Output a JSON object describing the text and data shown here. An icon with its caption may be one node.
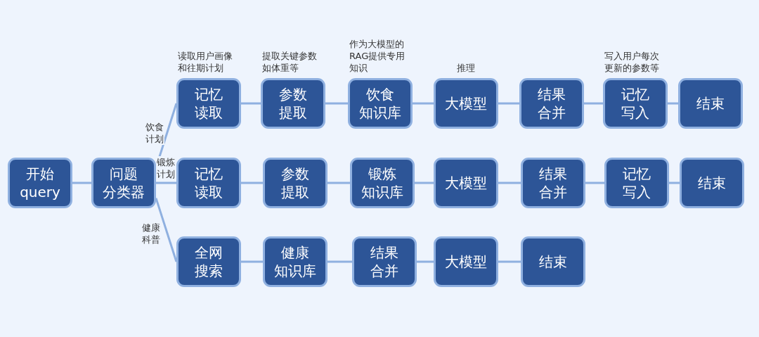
{
  "diagram": {
    "nodes": [
      {
        "text": [
          "开始 query"
        ]
      },
      {
        "text": [
          "问题分类器"
        ]
      },
      {
        "text": [
          "记忆读取"
        ],
        "beside": [
          "读取用户画像和往期计划"
        ]
      },
      {
        "text": [
          "参数提取"
        ],
        "beside": [
          "提取关键参数如体重等"
        ]
      },
      {
        "text": [
          "饮食知识库"
        ],
        "beside": [
          "作为大模型的RAG提供专用知识"
        ]
      },
      {
        "text": [
          "大模型"
        ],
        "beside": [
          "推理"
        ]
      },
      {
        "text": [
          "结果合并"
        ]
      },
      {
        "text": [
          "记忆写入"
        ],
        "beside": [
          "写入用户每次更新的参数等"
        ]
      },
      {
        "text": [
          "结束"
        ]
      },
      {
        "text": [
          "记忆读取"
        ]
      },
      {
        "text": [
          "参数提取"
        ]
      },
      {
        "text": [
          "锻炼知识库"
        ]
      },
      {
        "text": [
          "大模型"
        ]
      },
      {
        "text": [
          "结果合并"
        ]
      },
      {
        "text": [
          "记忆写入"
        ]
      },
      {
        "text": [
          "结束"
        ]
      },
      {
        "text": [
          "全网搜索"
        ]
      },
      {
        "text": [
          "健康知识库"
        ]
      },
      {
        "text": [
          "结果合并"
        ]
      },
      {
        "text": [
          "大模型"
        ]
      },
      {
        "text": [
          "结束"
        ]
      }
    ],
    "edges": [
      {
        "from": 0,
        "to": 1,
        "arrow": "none"
      },
      {
        "from": 1,
        "to": 2,
        "arrow": "none",
        "label": "饮食计划"
      },
      {
        "from": 1,
        "to": 9,
        "arrow": "none",
        "label": "锻炼计划"
      },
      {
        "from": 1,
        "to": 16,
        "arrow": "none",
        "label": "健康科普"
      },
      {
        "from": 2,
        "to": 3,
        "arrow": "none"
      },
      {
        "from": 3,
        "to": 4,
        "arrow": "none"
      },
      {
        "from": 4,
        "to": 5,
        "arrow": "none"
      },
      {
        "from": 5,
        "to": 6,
        "arrow": "none"
      },
      {
        "from": 6,
        "to": 7,
        "arrow": "none"
      },
      {
        "from": 7,
        "to": 8,
        "arrow": "none"
      },
      {
        "from": 9,
        "to": 10,
        "arrow": "none"
      },
      {
        "from": 10,
        "to": 11,
        "arrow": "none"
      },
      {
        "from": 11,
        "to": 12,
        "arrow": "none"
      },
      {
        "from": 12,
        "to": 13,
        "arrow": "none"
      },
      {
        "from": 13,
        "to": 14,
        "arrow": "none"
      },
      {
        "from": 14,
        "to": 15,
        "arrow": "none"
      },
      {
        "from": 16,
        "to": 17,
        "arrow": "none"
      },
      {
        "from": 17,
        "to": 18,
        "arrow": "none"
      },
      {
        "from": 18,
        "to": 19,
        "arrow": "none"
      },
      {
        "from": 19,
        "to": 20,
        "arrow": "none"
      }
    ]
  }
}
